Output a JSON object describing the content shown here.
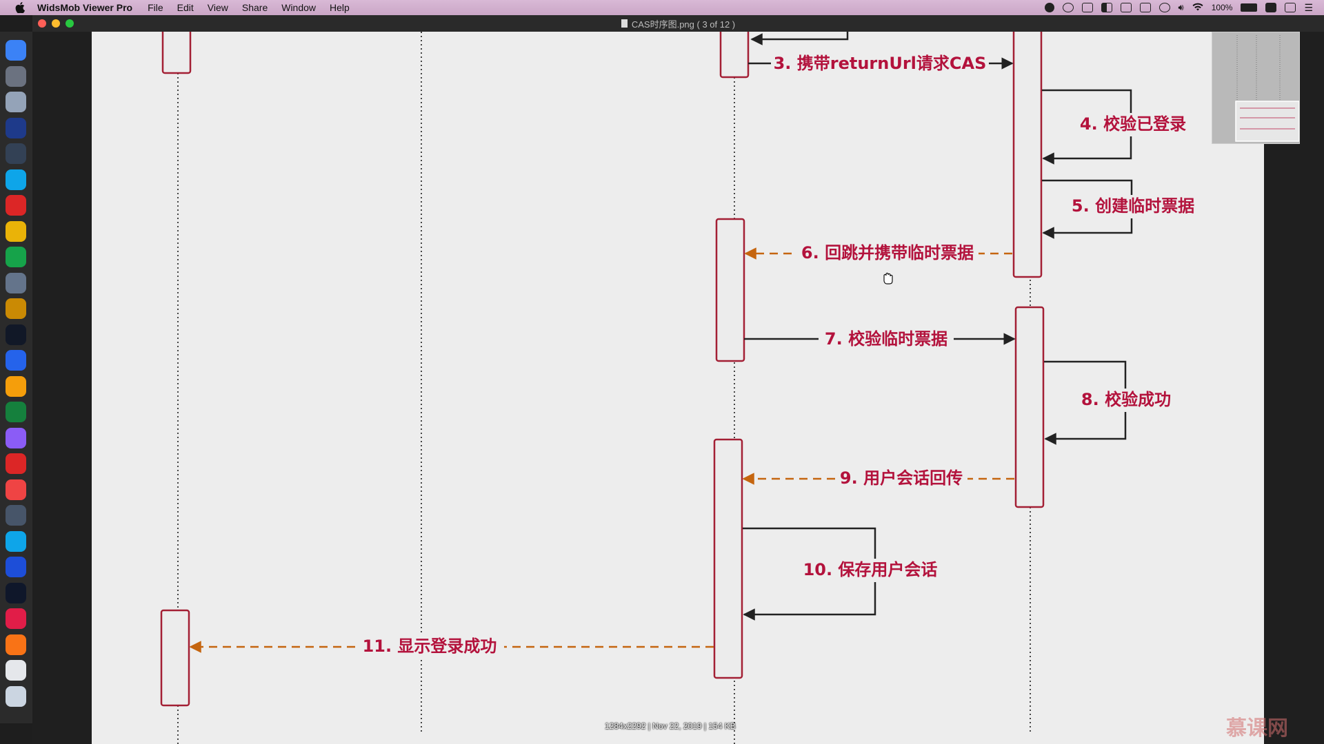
{
  "menubar": {
    "app_name": "WidsMob Viewer Pro",
    "items": [
      "File",
      "Edit",
      "View",
      "Share",
      "Window",
      "Help"
    ],
    "battery": "100%"
  },
  "window": {
    "title": "CAS时序图.png ( 3 of 12 )"
  },
  "diagram": {
    "messages": [
      {
        "label": "3. 携带returnUrl请求CAS"
      },
      {
        "label": "4. 校验已登录"
      },
      {
        "label": "5. 创建临时票据"
      },
      {
        "label": "6. 回跳并携带临时票据"
      },
      {
        "label": "7. 校验临时票据"
      },
      {
        "label": "8. 校验成功"
      },
      {
        "label": "9. 用户会话回传"
      },
      {
        "label": "10. 保存用户会话"
      },
      {
        "label": "11. 显示登录成功"
      }
    ]
  },
  "status_text": "1284x2292 | Nov 22, 2019 | 154 KB",
  "watermark": "慕课网",
  "colors": {
    "activation": "#a31f34",
    "label": "#b3123c",
    "solid_arrow": "#333333",
    "dashed_arrow": "#c5650f"
  },
  "dock_icons": [
    "finder-icon",
    "launchpad-icon",
    "system-preferences-icon",
    "intellij-icon",
    "screenshot-icon",
    "app-store-icon",
    "youdao-icon",
    "stickies-icon",
    "evernote-icon",
    "davinci-icon",
    "ultraedit-icon",
    "terminal-icon",
    "vscode-icon",
    "chrome-icon",
    "excel-icon",
    "color-picker-icon",
    "hbuilder-icon",
    "sync-icon",
    "screen-recorder-icon",
    "migration-icon",
    "word-icon",
    "quicktime-icon",
    "keynote-icon",
    "viewer-icon",
    "file-icon",
    "trash-icon"
  ]
}
